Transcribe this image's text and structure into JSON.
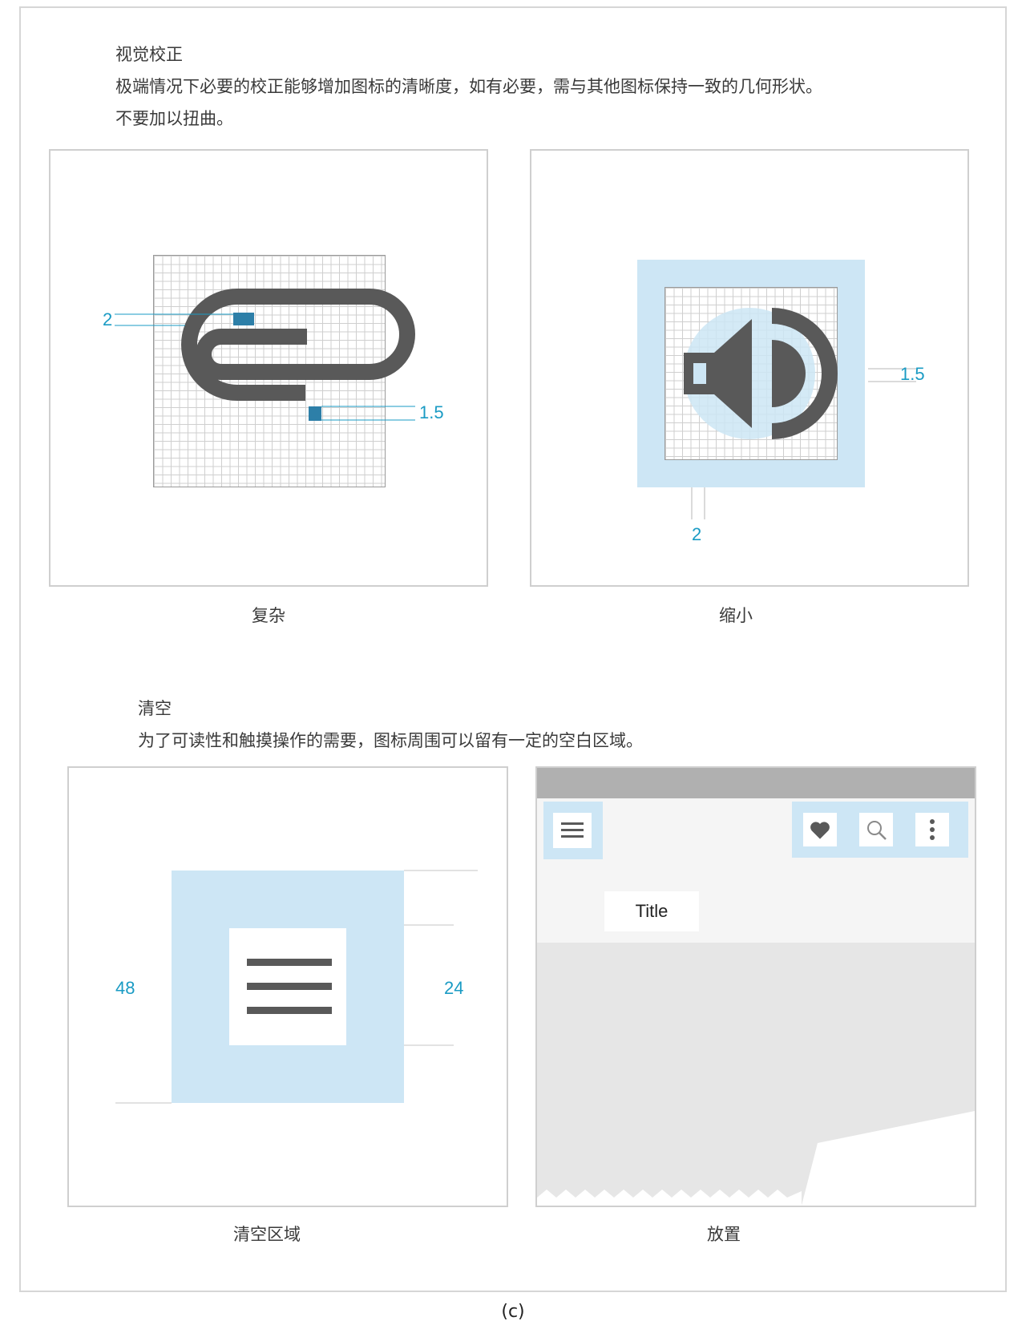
{
  "section1": {
    "heading": "视觉校正",
    "line1": "极端情况下必要的校正能够增加图标的清晰度，如有必要，需与其他图标保持一致的几何形状。",
    "line2": "不要加以扭曲。"
  },
  "panel_complex": {
    "caption": "复杂",
    "dim_left": "2",
    "dim_right": "1.5",
    "icon": "paperclip-icon"
  },
  "panel_shrink": {
    "caption": "缩小",
    "dim_right": "1.5",
    "dim_bottom": "2",
    "icon": "volume-icon"
  },
  "section2": {
    "heading": "清空",
    "line1": "为了可读性和触摸操作的需要，图标周围可以留有一定的空白区域。"
  },
  "panel_clear": {
    "caption": "清空区域",
    "dim_left": "48",
    "dim_right": "24",
    "icon": "menu-icon"
  },
  "panel_place": {
    "caption": "放置",
    "title": "Title",
    "icons": [
      "menu-icon",
      "heart-icon",
      "search-icon",
      "more-vert-icon"
    ]
  },
  "footer": "(c)",
  "colors": {
    "accent": "#1a9bc4",
    "highlight": "#cde6f5",
    "icon": "#595959",
    "marker": "#2d7fa8"
  }
}
